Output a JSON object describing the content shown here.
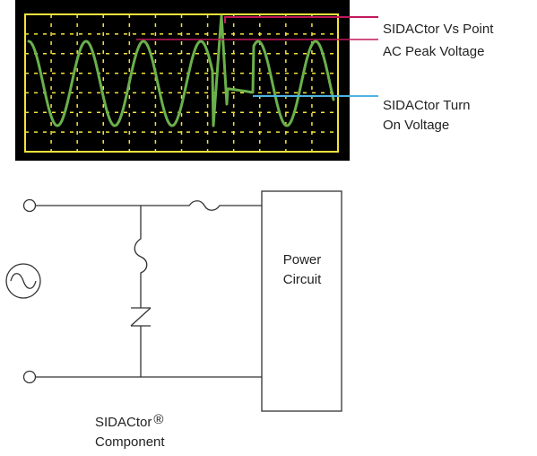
{
  "annotations": {
    "vs_point": {
      "line1": "SIDACtor Vs Point",
      "line2": "AC Peak Voltage",
      "color": "#c2185b"
    },
    "turn_on": {
      "line1": "SIDACtor Turn",
      "line2": "On Voltage",
      "color": "#4fb3e0"
    }
  },
  "scope": {
    "background": "#000000",
    "frame_color": "#f2e33a",
    "grid_color": "#f2e33a",
    "trace_color": "#6ab04c"
  },
  "circuit": {
    "power_box": {
      "line1": "Power",
      "line2": "Circuit"
    },
    "component": {
      "line1": "SIDACtor",
      "reg_mark": "®",
      "line2": "Component"
    },
    "wire_color": "#333333"
  }
}
